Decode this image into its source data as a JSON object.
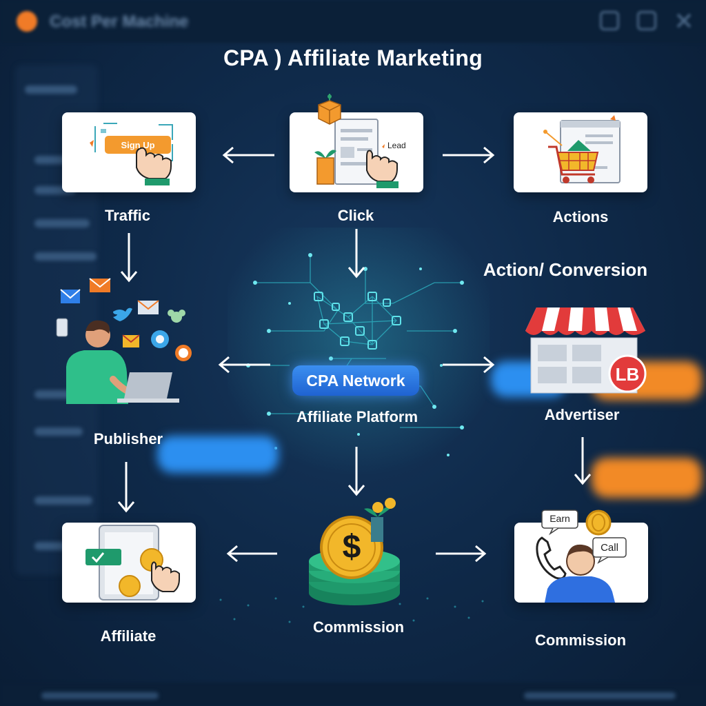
{
  "window": {
    "app_title": "Cost Per Machine"
  },
  "diagram": {
    "title": "CPA ) Affiliate Marketing",
    "nodes": {
      "traffic": {
        "label": "Traffic",
        "card_text": "Sign Up"
      },
      "click": {
        "label": "Click",
        "card_text": "Lead"
      },
      "actions": {
        "label": "Actions"
      },
      "conversion": {
        "label": "Action/ Conversion"
      },
      "publisher": {
        "label": "Publisher"
      },
      "network": {
        "badge": "CPA Network",
        "label": "Affiliate Platform"
      },
      "advertiser": {
        "label": "Advertiser"
      },
      "affiliate": {
        "label": "Affiliate"
      },
      "commission_center": {
        "label": "Commission",
        "symbol": "$"
      },
      "commission_right": {
        "label": "Commission",
        "bubble_1": "Earn",
        "bubble_2": "Call"
      }
    },
    "icons": [
      "hand-pointer-icon",
      "shopping-cart-icon",
      "email-icon",
      "bird-icon",
      "storefront-icon",
      "coin-icon",
      "phone-icon",
      "person-icon",
      "laptop-icon"
    ],
    "colors": {
      "background": "#0f2a4a",
      "accent_orange": "#f39a2e",
      "accent_blue": "#2f7fe8",
      "network_cyan": "#35d0d8",
      "coin_gold": "#f2b72a",
      "stack_green": "#1f9a6c"
    }
  }
}
